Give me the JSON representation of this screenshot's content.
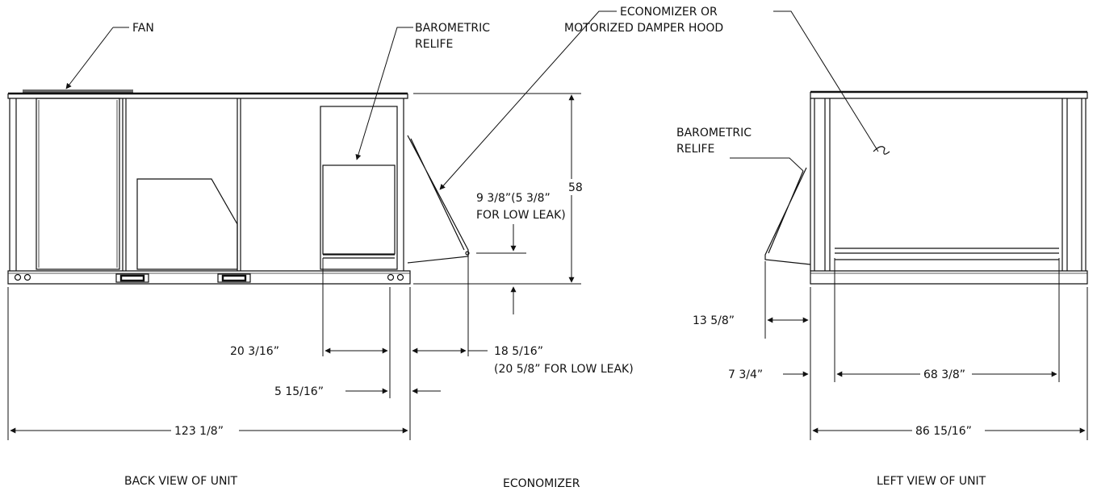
{
  "labels": {
    "fan": "FAN",
    "barometric_relief_back": [
      "BAROMETRIC",
      "RELIFE"
    ],
    "economizer_hood": [
      "ECONOMIZER OR",
      "MOTORIZED DAMPER HOOD"
    ],
    "barometric_relief_left": [
      "BAROMETRIC",
      "RELIFE"
    ]
  },
  "dimensions": {
    "height": "58",
    "hood_projection": [
      "9 3/8”(5 3/8”",
      "FOR LOW LEAK)"
    ],
    "relief_width": "20 3/16”",
    "hood_offset": [
      "18 5/16”",
      "(20 5/8” FOR LOW LEAK)"
    ],
    "relief_edge": "5 15/16”",
    "back_length": "123 1/8”",
    "left_hood_depth": "13 5/8”",
    "left_edge": "7 3/4”",
    "left_opening": "68 3/8”",
    "left_width": "86 15/16”"
  },
  "captions": {
    "back_view": "BACK VIEW OF UNIT",
    "economizer": "ECONOMIZER",
    "left_view": "LEFT VIEW OF UNIT"
  }
}
